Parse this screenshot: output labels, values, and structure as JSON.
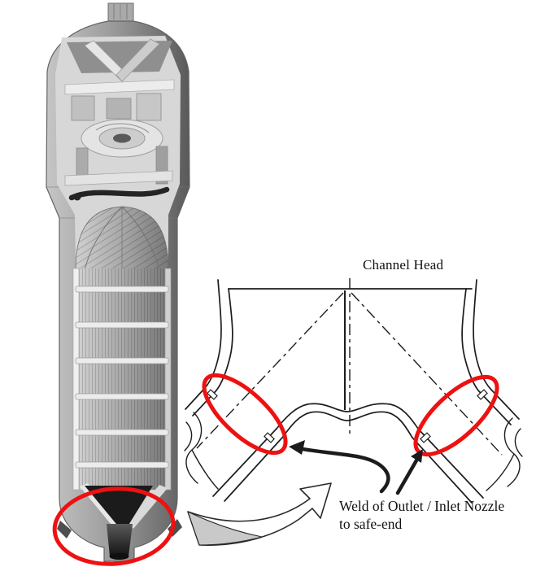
{
  "figure": {
    "diagram_title": "Channel Head",
    "callout": {
      "line1": "Weld of Outlet / Inlet Nozzle",
      "line2": "to safe-end"
    }
  },
  "colors": {
    "background": "#ffffff",
    "ink": "#1c1c1c",
    "highlight": "#ee1111",
    "arrow_fill": "#c9c9c9"
  }
}
